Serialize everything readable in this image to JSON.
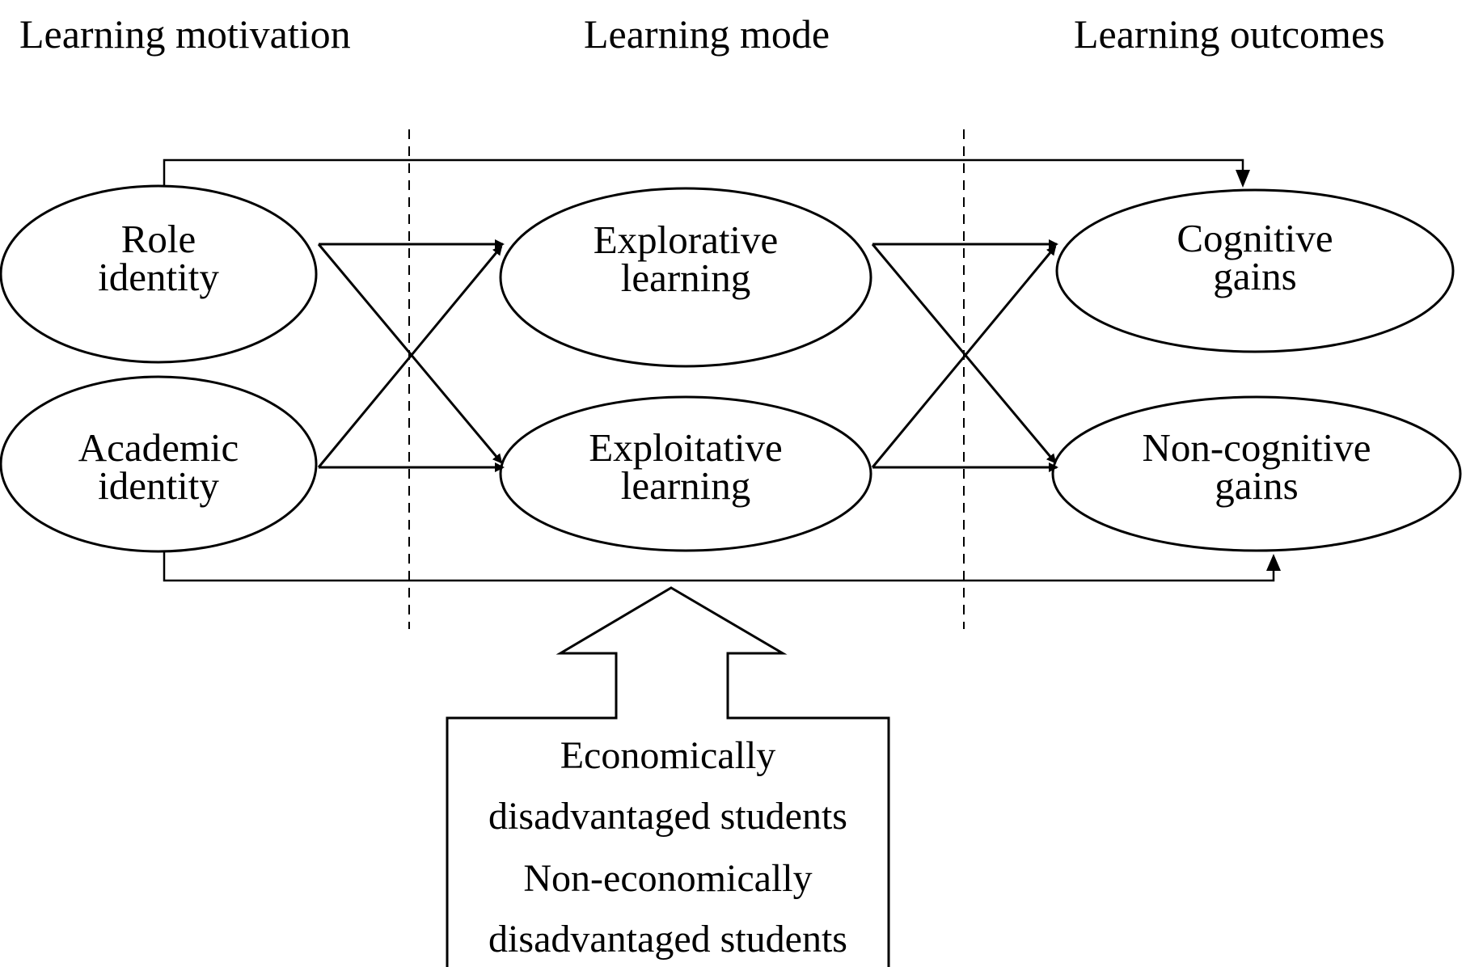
{
  "headers": {
    "motivation": "Learning motivation",
    "mode": "Learning mode",
    "outcomes": "Learning outcomes"
  },
  "nodes": {
    "role_identity": [
      "Role",
      "identity"
    ],
    "academic_identity": [
      "Academic",
      "identity"
    ],
    "explorative_learning": [
      "Explorative",
      "learning"
    ],
    "exploitative_learning": [
      "Exploitative",
      "learning"
    ],
    "cognitive_gains": [
      "Cognitive",
      "gains"
    ],
    "non_cognitive_gains": [
      "Non-cognitive",
      "gains"
    ]
  },
  "moderator": {
    "lines": [
      "Economically",
      "disadvantaged students",
      "Non-economically",
      "disadvantaged students"
    ]
  },
  "edges": [
    {
      "from": "role_identity",
      "to": "explorative_learning"
    },
    {
      "from": "role_identity",
      "to": "exploitative_learning"
    },
    {
      "from": "academic_identity",
      "to": "explorative_learning"
    },
    {
      "from": "academic_identity",
      "to": "exploitative_learning"
    },
    {
      "from": "explorative_learning",
      "to": "cognitive_gains"
    },
    {
      "from": "explorative_learning",
      "to": "non_cognitive_gains"
    },
    {
      "from": "exploitative_learning",
      "to": "cognitive_gains"
    },
    {
      "from": "exploitative_learning",
      "to": "non_cognitive_gains"
    },
    {
      "from": "role_identity",
      "to": "cognitive_gains",
      "style": "direct"
    },
    {
      "from": "academic_identity",
      "to": "non_cognitive_gains",
      "style": "direct"
    }
  ],
  "colors": {
    "stroke": "#000000",
    "background": "#ffffff"
  }
}
